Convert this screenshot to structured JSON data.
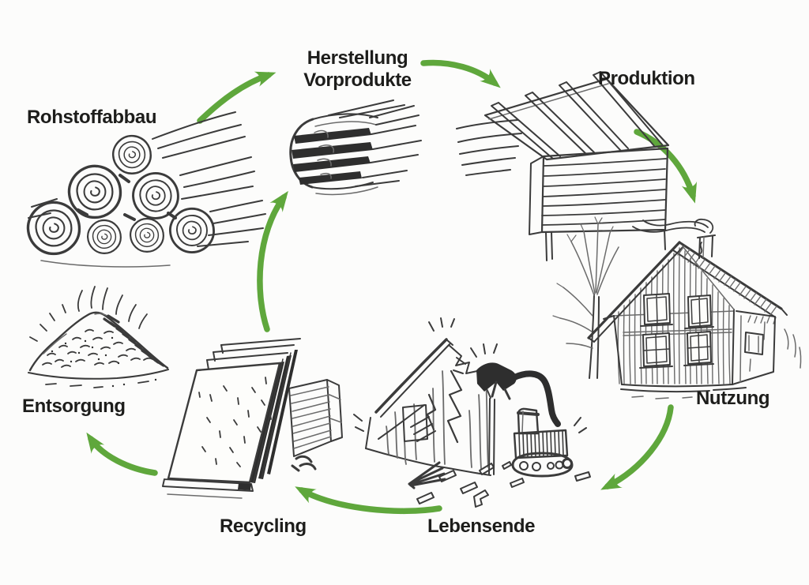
{
  "diagram": {
    "name": "wood-product-lifecycle-cycle",
    "background_color": "#fcfcfb",
    "arrow_color": "#5fa73c",
    "ink_color": "#3b3b3b",
    "label_color": "#1d1d1b",
    "stages": [
      {
        "id": "rohstoffabbau",
        "label": "Rohstoffabbau",
        "icon": "log-pile-sketch"
      },
      {
        "id": "herstellung-vorprodukte",
        "label": "Herstellung\nVorprodukte",
        "icon": "laminated-beam-sketch"
      },
      {
        "id": "produktion",
        "label": "Produktion",
        "icon": "roof-construction-sketch"
      },
      {
        "id": "nutzung",
        "label": "Nutzung",
        "icon": "house-sketch"
      },
      {
        "id": "lebensende",
        "label": "Lebensende",
        "icon": "demolition-excavator-sketch"
      },
      {
        "id": "recycling",
        "label": "Recycling",
        "icon": "panel-stack-sketch"
      },
      {
        "id": "entsorgung",
        "label": "Entsorgung",
        "icon": "wood-chip-pile-sketch"
      }
    ],
    "arrows": [
      {
        "from": "rohstoffabbau",
        "to": "herstellung-vorprodukte"
      },
      {
        "from": "herstellung-vorprodukte",
        "to": "produktion"
      },
      {
        "from": "produktion",
        "to": "nutzung"
      },
      {
        "from": "nutzung",
        "to": "lebensende"
      },
      {
        "from": "lebensende",
        "to": "recycling"
      },
      {
        "from": "recycling",
        "to": "entsorgung"
      },
      {
        "from": "recycling",
        "to": "herstellung-vorprodukte"
      }
    ]
  }
}
